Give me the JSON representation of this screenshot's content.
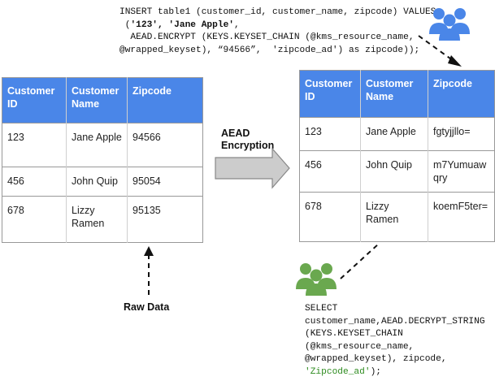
{
  "insert_sql": {
    "line1": "INSERT table1 (customer_id, customer_name, zipcode) VALUES",
    "line2_pre": " (",
    "line2_val": "'123', 'Jane Apple'",
    "line2_post": ",",
    "line3": "  AEAD.ENCRYPT (KEYS.KEYSET_CHAIN (@kms_resource_name,",
    "line4": "@wrapped_keyset), “94566”,  'zipcode_ad') as zipcode));"
  },
  "select_sql": {
    "line1": "SELECT",
    "line2": "customer_name,AEAD.DECRYPT_STRING",
    "line3": "(KEYS.KEYSET_CHAIN",
    "line4": "(@kms_resource_name,",
    "line5": "@wrapped_keyset), zipcode,",
    "line6_val": "'Zipcode_ad'",
    "line6_post": ");"
  },
  "raw_table": {
    "headers": [
      "Customer ID",
      "Customer Name",
      "Zipcode"
    ],
    "rows": [
      [
        "123",
        "Jane Apple",
        "94566"
      ],
      [
        "456",
        "John Quip",
        "95054"
      ],
      [
        "678",
        "Lizzy Ramen",
        "95135"
      ]
    ]
  },
  "encrypted_table": {
    "headers": [
      "Customer ID",
      "Customer Name",
      "Zipcode"
    ],
    "rows": [
      [
        "123",
        "Jane Apple",
        "fgtyjjllo="
      ],
      [
        "456",
        "John Quip",
        "m7Yumuaw qry"
      ],
      [
        "678",
        "Lizzy Ramen",
        "koemF5ter="
      ]
    ]
  },
  "labels": {
    "aead_line1": "AEAD",
    "aead_line2": "Encryption",
    "raw_data": "Raw Data"
  },
  "colors": {
    "header_blue": "#4a86e8",
    "writer_group_icon": "#4a86e8",
    "reader_group_icon": "#6aa84f",
    "arrow_gray": "#cccccc",
    "code_green": "#2e8b1f"
  },
  "icons": {
    "writer": "user-group-icon",
    "reader": "user-group-icon"
  }
}
